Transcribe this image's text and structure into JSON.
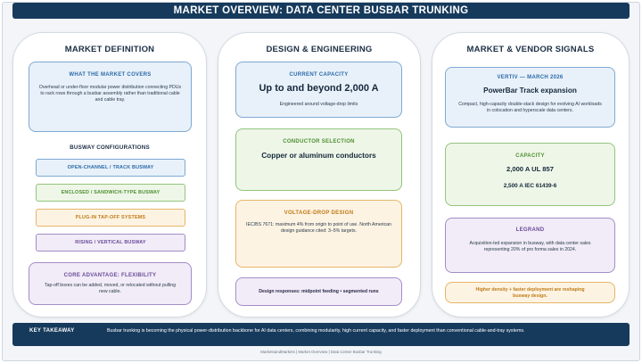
{
  "title": "MARKET OVERVIEW: DATA CENTER BUSBAR TRUNKING",
  "columns": {
    "definition": {
      "title": "MARKET DEFINITION",
      "covers": {
        "heading": "WHAT THE MARKET COVERS",
        "text": "Overhead or under-floor modular power distribution connecting PDUs to rack rows through a busbar assembly rather than traditional cable and cable tray."
      },
      "configurations_heading": "BUSWAY CONFIGURATIONS",
      "configurations": [
        "OPEN-CHANNEL / TRACK BUSWAY",
        "ENCLOSED / SANDWICH-TYPE BUSWAY",
        "PLUG-IN TAP-OFF SYSTEMS",
        "RISING / VERTICAL BUSWAY"
      ],
      "advantage": {
        "heading": "CORE ADVANTAGE: FLEXIBILITY",
        "text": "Tap-off boxes can be added, moved, or relocated without pulling new cable."
      }
    },
    "design": {
      "title": "DESIGN & ENGINEERING",
      "capacity": {
        "heading": "CURRENT CAPACITY",
        "value": "Up to and beyond 2,000 A",
        "note": "Engineered around voltage-drop limits"
      },
      "conductor": {
        "heading": "CONDUCTOR SELECTION",
        "value": "Copper or aluminum conductors"
      },
      "voltage_drop": {
        "heading": "VOLTAGE-DROP DESIGN",
        "text": "IEC/BS 7671: maximum 4% from origin to point of use. North American design guidance cited: 3–5% targets."
      },
      "responses": "Design responses: midpoint feeding • segmented runs"
    },
    "signals": {
      "title": "MARKET & VENDOR SIGNALS",
      "vertiv": {
        "heading": "VERTIV — MARCH 2026",
        "value": "PowerBar Track expansion",
        "text": "Compact, high-capacity double-stack design for evolving AI workloads in colocation and hyperscale data centers."
      },
      "capacity": {
        "heading": "CAPACITY",
        "value1": "2,000 A UL 857",
        "value2": "2,500 A IEC 61439-6"
      },
      "legrand": {
        "heading": "LEGRAND",
        "text": "Acquisition-led expansion in busway, with data center sales representing 20% of pro forma sales in 2024."
      },
      "trend": "Higher density + faster deployment are reshaping busway design."
    }
  },
  "takeaway": {
    "label": "KEY TAKEAWAY",
    "text": "Busbar trunking is becoming the physical power-distribution backbone for AI data centers, combining modularity, high current capacity, and faster deployment than conventional cable-and-tray systems."
  },
  "footer": "MarketsandMarkets | Market Overview | Data Center Busbar Trunking"
}
